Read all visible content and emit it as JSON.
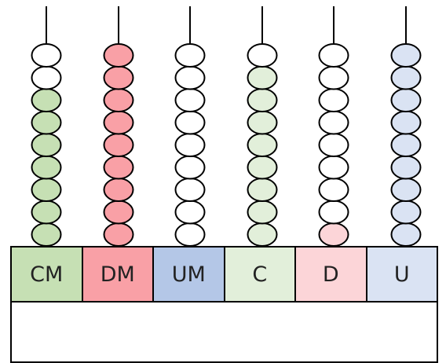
{
  "columns": [
    {
      "label": "CM",
      "beads_colored": 7,
      "bead_color": "#c6e0b4",
      "label_bg": "#c6e0b4"
    },
    {
      "label": "DM",
      "beads_colored": 9,
      "bead_color": "#f9a0a6",
      "label_bg": "#f9a0a6"
    },
    {
      "label": "UM",
      "beads_colored": 0,
      "bead_color": "#b4c7e7",
      "label_bg": "#b4c7e7"
    },
    {
      "label": "C",
      "beads_colored": 8,
      "bead_color": "#e2efda",
      "label_bg": "#e2efda"
    },
    {
      "label": "D",
      "beads_colored": 1,
      "bead_color": "#fcd5d8",
      "label_bg": "#fcd5d8"
    },
    {
      "label": "U",
      "beads_colored": 9,
      "bead_color": "#dae3f3",
      "label_bg": "#dae3f3"
    }
  ],
  "beads_per_rod": 9,
  "answer_value": ""
}
